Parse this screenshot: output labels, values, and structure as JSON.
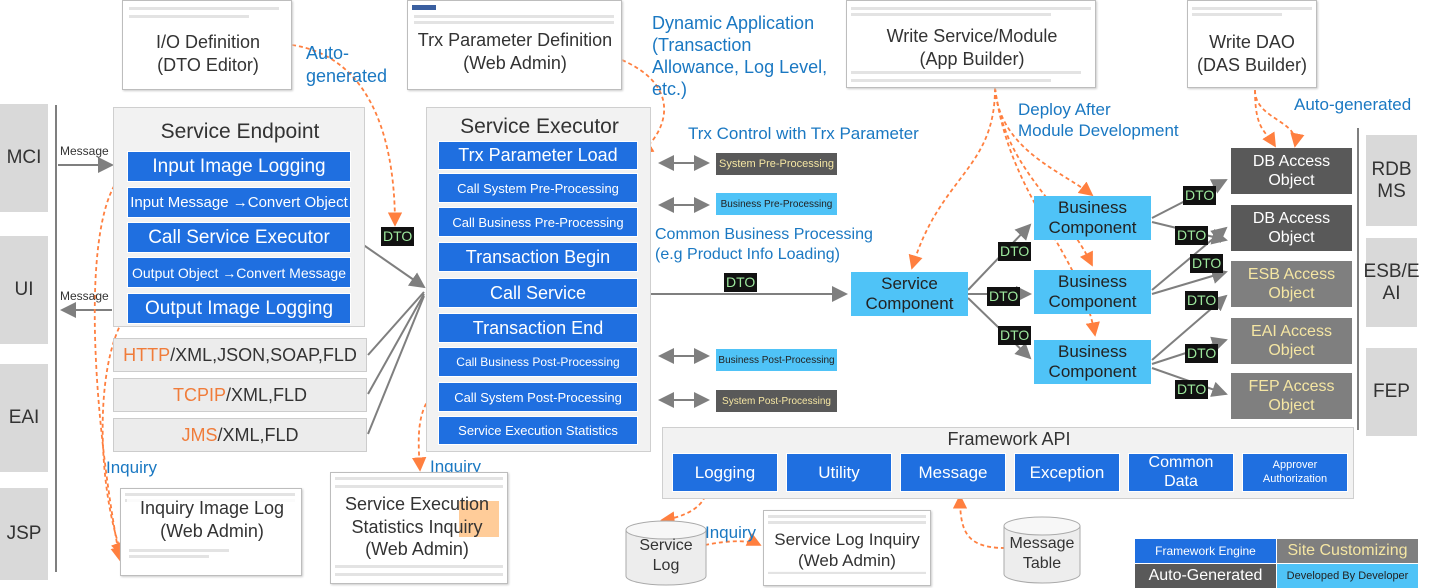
{
  "external_left": {
    "mci": "MCI",
    "ui": "UI",
    "eai": "EAI",
    "jsp": "JSP",
    "message_in": "Message",
    "message_out": "Message"
  },
  "top_tools": {
    "io_definition": "I/O Definition\n(DTO Editor)",
    "trx_param_definition": "Trx Parameter Definition\n(Web Admin)",
    "write_service": "Write Service/Module\n(App Builder)",
    "write_dao": "Write DAO\n(DAS Builder)"
  },
  "notes": {
    "auto_generated_1": "Auto-\ngenerated",
    "dynamic_app": "Dynamic Application\n(Transaction\nAllowance, Log Level,\netc.)",
    "trx_control": "Trx Control with Trx Parameter",
    "deploy_after": "Deploy After\nModule Development",
    "auto_generated_2": "Auto-generated",
    "common_business": "Common Business Processing\n(e.g Product Info Loading)",
    "inquiry_1": "Inquiry",
    "inquiry_2": "Inquiry",
    "inquiry_3": "Inquiry"
  },
  "service_endpoint": {
    "title": "Service Endpoint",
    "items": [
      "Input Image Logging",
      "Input Message →Convert Object",
      "Call Service Executor",
      "Output Object →Convert Message",
      "Output Image Logging"
    ],
    "protocols": [
      {
        "name": "HTTP",
        "rest": "/XML,JSON,SOAP,FLD"
      },
      {
        "name": "TCPIP",
        "rest": "/XML,FLD"
      },
      {
        "name": "JMS",
        "rest": "/XML,FLD"
      }
    ]
  },
  "service_executor": {
    "title": "Service Executor",
    "items": [
      "Trx Parameter Load",
      "Call System Pre-Processing",
      "Call Business Pre-Processing",
      "Transaction Begin",
      "Call Service",
      "Transaction End",
      "Call Business Post-Processing",
      "Call System Post-Processing",
      "Service Execution Statistics"
    ]
  },
  "processing": {
    "system_pre": "System Pre-Processing",
    "business_pre": "Business Pre-Processing",
    "business_post": "Business Post-Processing",
    "system_post": "System Post-Processing"
  },
  "dto": "DTO",
  "service_component": "Service\nComponent",
  "business_component": "Business\nComponent",
  "access_objects": [
    "DB Access\nObject",
    "DB Access\nObject",
    "ESB Access\nObject",
    "EAI Access\nObject",
    "FEP Access\nObject"
  ],
  "external_right": {
    "rdbms": "RDB\nMS",
    "esb_eai": "ESB/E\nAI",
    "fep": "FEP"
  },
  "framework_api": {
    "title": "Framework API",
    "items": [
      "Logging",
      "Utility",
      "Message",
      "Exception",
      "Common\nData",
      "Approver\nAuthorization"
    ]
  },
  "bottom": {
    "inquiry_image_log": "Inquiry Image Log\n(Web Admin)",
    "service_exec_stats": "Service Execution\nStatistics Inquiry\n(Web Admin)",
    "service_log": "Service\nLog",
    "service_log_inquiry": "Service Log Inquiry\n(Web Admin)",
    "message_table": "Message\nTable"
  },
  "legend": {
    "framework_engine": "Framework Engine",
    "site_customizing": "Site Customizing",
    "auto_generated": "Auto-Generated",
    "developed_by_developer": "Developed By Developer"
  },
  "colors": {
    "framework_blue": "#1f6fe0",
    "developer_cyan": "#4fc3f7",
    "auto_dark": "#595959",
    "site_khaki": "#f5e6a3",
    "note_blue": "#1a78c2",
    "arrow_orange": "#ff7f3f"
  }
}
